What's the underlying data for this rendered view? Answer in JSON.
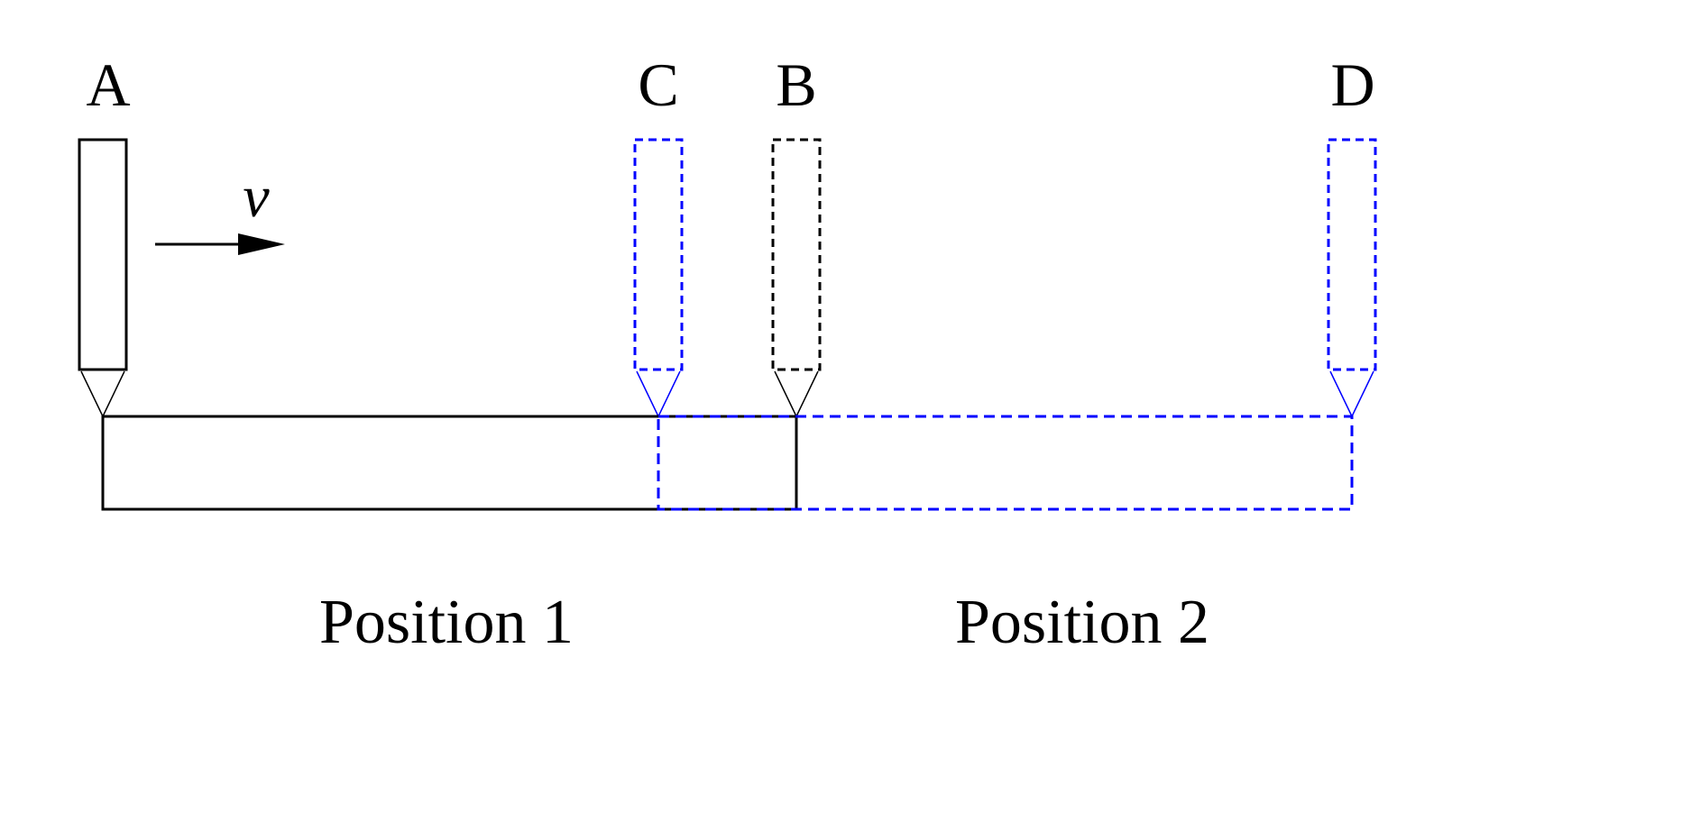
{
  "labels": {
    "probe_a": "A",
    "probe_b": "B",
    "probe_c": "C",
    "probe_d": "D",
    "velocity": "v",
    "position_1": "Position 1",
    "position_2": "Position 2"
  },
  "colors": {
    "position_1_stroke": "#000000",
    "position_2_stroke": "#0000ff",
    "background": "#ffffff"
  },
  "line_styles": {
    "probe_a": "solid",
    "probe_b": "dashed",
    "probe_c": "dashed",
    "probe_d": "dashed",
    "position_1_bar": "solid",
    "position_2_bar": "dashed"
  }
}
